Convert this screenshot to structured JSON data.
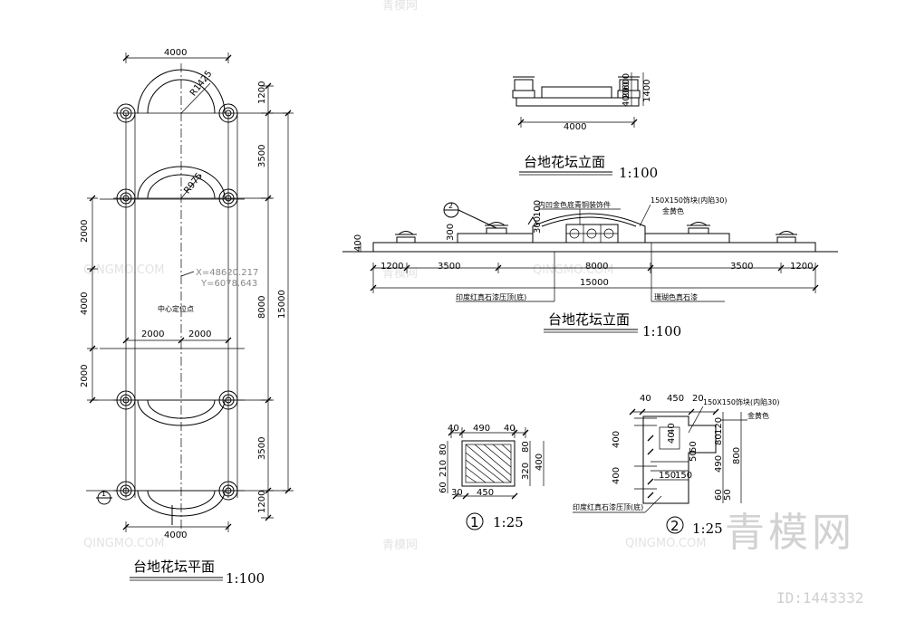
{
  "plan": {
    "title": "台地花坛平面",
    "scale": "1:100",
    "dims": {
      "top_width": "4000",
      "bottom_width": "4000",
      "radius_top": "R1425",
      "radius_second": "R975",
      "right_1200_top": "1200",
      "right_3500_top": "3500",
      "right_8000": "8000",
      "right_3500_bottom": "3500",
      "right_1200_bottom": "1200",
      "right_total": "15000",
      "left_2000_top": "2000",
      "left_4000": "4000",
      "left_2000_bottom": "2000",
      "inner_2000_left": "2000",
      "inner_2000_right": "2000"
    },
    "coord_x": "X=48620.217",
    "coord_y": "Y=6078.643",
    "center_label": "中心定位点",
    "section_marker": "1"
  },
  "elev_small": {
    "title": "台地花坛立面",
    "scale": "1:100",
    "width": "4000",
    "dim_600": "600",
    "dim_200": "200",
    "dim_400": "400",
    "dim_1400": "1400"
  },
  "elev_main": {
    "title": "台地花坛立面",
    "scale": "1:100",
    "label_gold": "内凹金色底青铜装饰件",
    "label_block": "150X150饰块(内陷30)",
    "label_golden_yellow": "金黄色",
    "label_coping": "印度红真石漆压顶(底)",
    "label_coral": "珊瑚色真石漆",
    "marker": "2",
    "dims": [
      "1200",
      "3500",
      "8000",
      "3500",
      "1200"
    ],
    "total": "15000",
    "h_400": "400",
    "h_300_left": "300",
    "h_300_center": "300",
    "h_100": "100"
  },
  "detail1": {
    "title_num": "1",
    "scale": "1:25",
    "top": [
      "40",
      "490",
      "40"
    ],
    "bottom": [
      "30",
      "450"
    ],
    "left_60": "60",
    "left_210": "210",
    "left_80": "80",
    "right_80": "80",
    "right_320": "320",
    "right_400": "400"
  },
  "detail2": {
    "title_num": "2",
    "scale": "1:25",
    "top": [
      "40",
      "450",
      "20"
    ],
    "label_block": "150X150饰块(内陷30)",
    "label_gold": "金黄色",
    "label_coping": "印度红真石漆压顶(底)",
    "left_400_a": "400",
    "left_400_b": "400",
    "mid_40": "40",
    "mid_40b": "40",
    "mid_50": "50",
    "mid_50b": "50",
    "bottom_150a": "150",
    "bottom_150b": "150",
    "right_120": "120",
    "right_80": "80",
    "right_490": "490",
    "right_800": "800",
    "right_60": "60",
    "right_50": "50"
  },
  "watermark": {
    "brand_latin": "QINGMO.COM",
    "brand_cn": "青模网",
    "brand_big": "青模网",
    "id_text": "ID:1443332"
  }
}
